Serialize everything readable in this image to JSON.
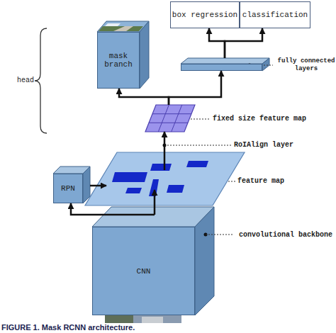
{
  "diagram": {
    "caption": "FIGURE 1. Mask RCNN architecture.",
    "nodes": [
      {
        "text": [
          "box regression"
        ]
      },
      {
        "text": [
          "classification"
        ]
      },
      {
        "text": [
          "mask branch"
        ]
      },
      {
        "text": [
          "fully connected layers"
        ]
      },
      {
        "text": [
          "fixed size feature map"
        ]
      },
      {
        "text": [
          "RPN"
        ]
      },
      {
        "text": [
          "feature map"
        ]
      },
      {
        "text": [
          "CNN",
          "convolutional backbone"
        ]
      }
    ],
    "edges": [
      {
        "from": 7,
        "to": 6,
        "arrow": "to"
      },
      {
        "from": 7,
        "to": 5,
        "arrow": "to"
      },
      {
        "from": 5,
        "to": 6,
        "arrow": "to"
      },
      {
        "from": 6,
        "to": 4,
        "label": "RoIAlign layer",
        "arrow": "to"
      },
      {
        "from": 4,
        "to": 2,
        "arrow": "to"
      },
      {
        "from": 4,
        "to": 3,
        "arrow": "to"
      },
      {
        "from": 3,
        "to": 0,
        "arrow": "to"
      },
      {
        "from": 3,
        "to": 1,
        "arrow": "to"
      }
    ],
    "labels": [
      "head"
    ]
  }
}
